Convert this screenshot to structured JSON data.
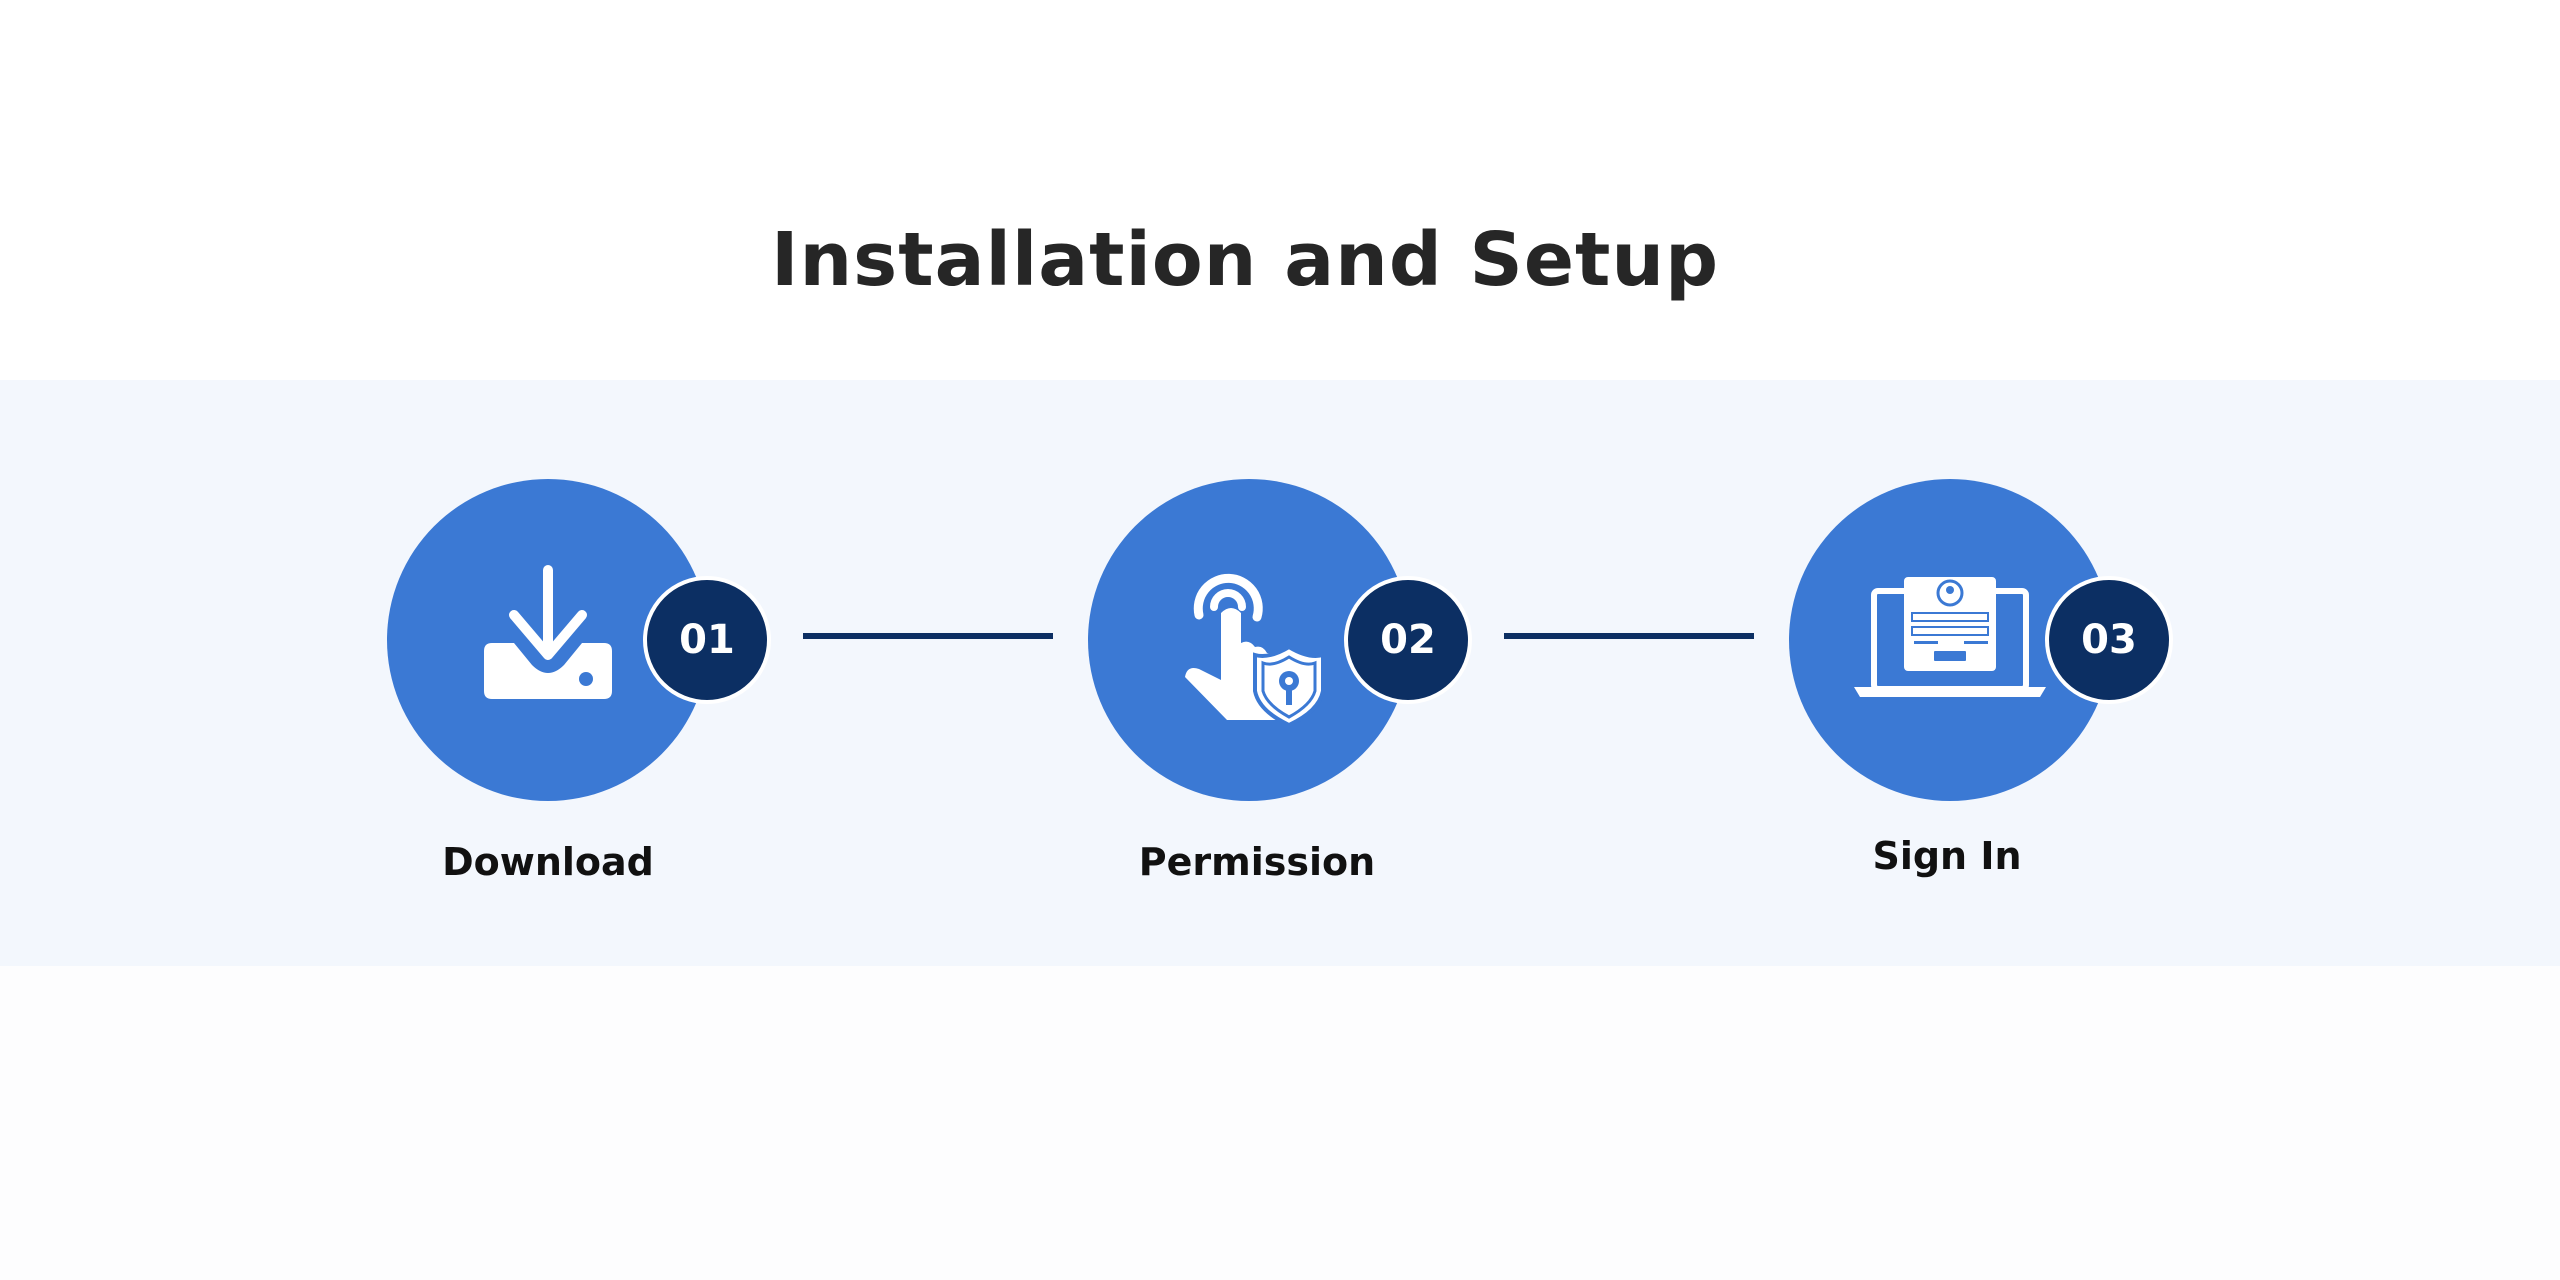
{
  "title": "Installation and Setup",
  "colors": {
    "circle": "#3b79d4",
    "badge": "#0c2f63",
    "connector": "#0c2f63",
    "band": "#f3f7fd",
    "title": "#262626"
  },
  "steps": [
    {
      "number": "01",
      "label": "Download",
      "icon": "download-tray-icon"
    },
    {
      "number": "02",
      "label": "Permission",
      "icon": "touch-shield-lock-icon"
    },
    {
      "number": "03",
      "label": "Sign In",
      "icon": "laptop-login-icon"
    }
  ]
}
